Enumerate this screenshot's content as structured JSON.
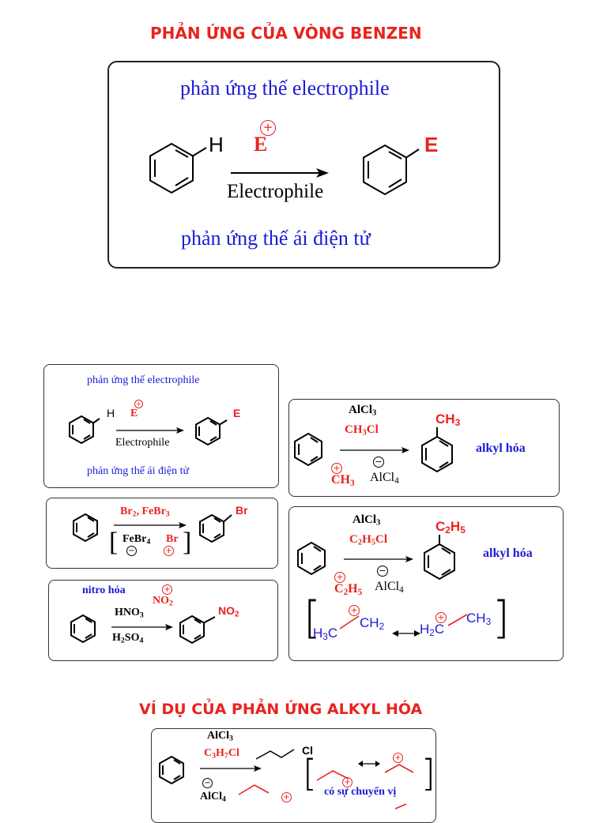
{
  "main_title": "PHẢN ỨNG CỦA VÒNG BENZEN",
  "top_box": {
    "heading": "phản ứng thế electrophile",
    "h_label": "H",
    "e_label": "E",
    "plus": "+",
    "arrow_label": "Electrophile",
    "product_label": "E",
    "footer": "phản ứng thế ái điện tử"
  },
  "small_box": {
    "heading": "phản ứng thế electrophile",
    "h_label": "H",
    "e_label": "E",
    "arrow_label": "Electrophile",
    "product_label": "E",
    "footer": "phản ứng thế ái điện tử"
  },
  "bromination": {
    "reagent": "Br",
    "reagent_sub": "2",
    "reagent_tail": ", FeBr",
    "reagent_sub2": "3",
    "anion": "FeBr",
    "anion_sub": "4",
    "cation": "Br",
    "product_label": "Br",
    "minus": "−"
  },
  "nitration": {
    "label": "nitro hóa",
    "cation": "NO",
    "cation_sub": "2",
    "reagent_top": "HNO",
    "reagent_top_sub": "3",
    "reagent_bottom": "H",
    "reagent_bottom_sub": "2",
    "reagent_bottom_tail": "SO",
    "reagent_bottom_sub2": "4",
    "product_label": "NO",
    "product_sub": "2"
  },
  "methylation": {
    "catalyst": "AlCl",
    "catalyst_sub": "3",
    "reagent": "CH",
    "reagent_sub": "3",
    "reagent_tail": "Cl",
    "cation": "CH",
    "cation_sub": "3",
    "anion": "AlCl",
    "anion_sub": "4",
    "product_label": "CH",
    "product_sub": "3",
    "label": "alkyl hóa"
  },
  "ethylation": {
    "catalyst": "AlCl",
    "catalyst_sub": "3",
    "reagent": "C",
    "reagent_sub": "2",
    "reagent_mid": "H",
    "reagent_sub2": "5",
    "reagent_tail": "Cl",
    "cation": "C",
    "cation_sub": "2",
    "cation_mid": "H",
    "cation_sub2": "5",
    "anion": "AlCl",
    "anion_sub": "4",
    "product_label": "C",
    "product_sub": "2",
    "product_mid": "H",
    "product_sub2": "5",
    "label": "alkyl hóa",
    "res_left_a": "H",
    "res_left_a_sub": "3",
    "res_left_b": "C",
    "res_left_c": "CH",
    "res_left_c_sub": "2",
    "res_right_a": "H",
    "res_right_a_sub": "2",
    "res_right_b": "C",
    "res_right_c": "CH",
    "res_right_c_sub": "3"
  },
  "example_title": "VÍ DỤ CỦA PHẢN ỨNG ALKYL HÓA",
  "example": {
    "catalyst": "AlCl",
    "catalyst_sub": "3",
    "reagent": "C",
    "reagent_sub": "3",
    "reagent_mid": "H",
    "reagent_sub2": "7",
    "reagent_tail": "Cl",
    "cl_label": "Cl",
    "anion": "AlCl",
    "anion_sub": "4",
    "note": "có sự chuyển vị"
  }
}
